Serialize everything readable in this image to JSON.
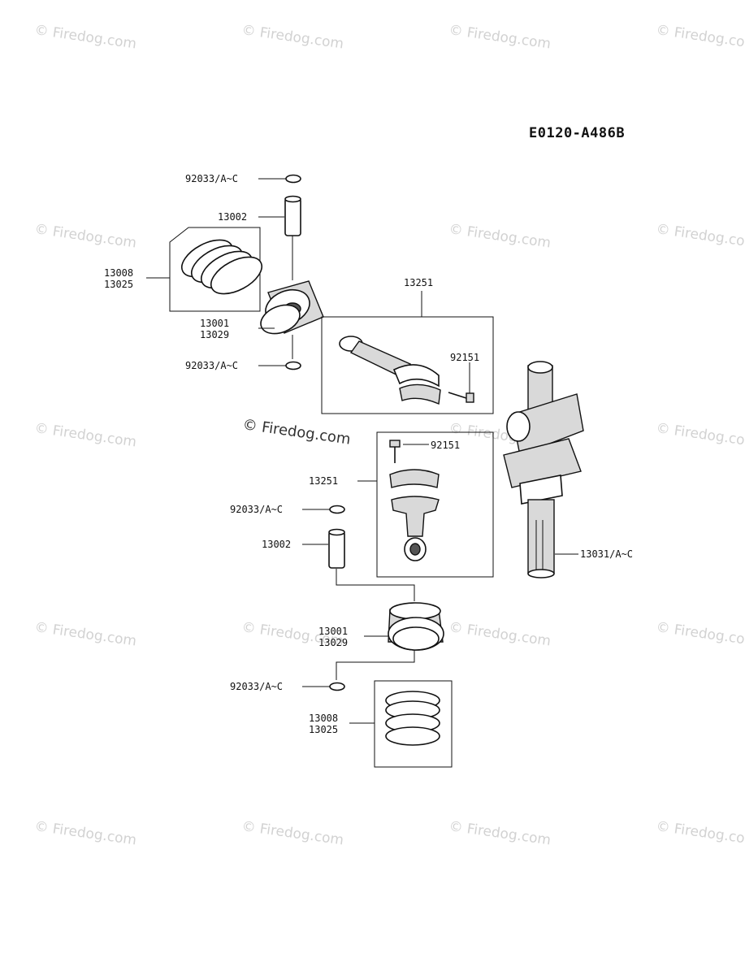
{
  "diagram_code": "E0120-A486B",
  "watermark_text": "© Firedog.com",
  "callouts": {
    "circlip_upper": "92033/A~C",
    "pin_upper": "13002",
    "rings_upper_a": "13008",
    "rings_upper_b": "13025",
    "piston_upper_a": "13001",
    "piston_upper_b": "13029",
    "circlip_upper_lower": "92033/A~C",
    "rod_upper": "13251",
    "bolt_upper": "92151",
    "bolt_lower": "92151",
    "rod_lower": "13251",
    "circlip_lower_upper": "92033/A~C",
    "pin_lower": "13002",
    "crankshaft": "13031/A~C",
    "piston_lower_a": "13001",
    "piston_lower_b": "13029",
    "circlip_lower": "92033/A~C",
    "rings_lower_a": "13008",
    "rings_lower_b": "13025"
  }
}
